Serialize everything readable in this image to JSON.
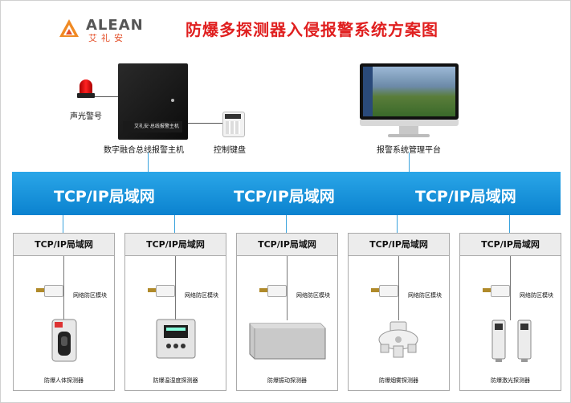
{
  "header": {
    "brand_en": "ALEAN",
    "brand_cn": "艾礼安",
    "title": "防爆多探测器入侵报警系统方案图"
  },
  "top": {
    "siren_label": "声光警号",
    "host_label": "数字融合总线报警主机",
    "host_plate": "艾礼安·总线报警主机",
    "keypad_label": "控制键盘",
    "platform_label": "报警系统管理平台"
  },
  "network": {
    "bus_labels": [
      "TCP/IP局域网",
      "TCP/IP局域网",
      "TCP/IP局域网"
    ]
  },
  "panels": [
    {
      "header": "TCP/IP局域网",
      "module_label": "网络防区模块",
      "detector_label": "防爆人体探测器"
    },
    {
      "header": "TCP/IP局域网",
      "module_label": "网络防区模块",
      "detector_label": "防爆温湿度探测器"
    },
    {
      "header": "TCP/IP局域网",
      "module_label": "网络防区模块",
      "detector_label": "防爆振动探测器"
    },
    {
      "header": "TCP/IP局域网",
      "module_label": "网络防区模块",
      "detector_label": "防爆烟雾探测器"
    },
    {
      "header": "TCP/IP局域网",
      "module_label": "网络防区模块",
      "detector_label": "防爆激光探测器"
    }
  ],
  "colors": {
    "title": "#e02020",
    "bus": "#0b82cf",
    "logo": "#e4502a"
  }
}
